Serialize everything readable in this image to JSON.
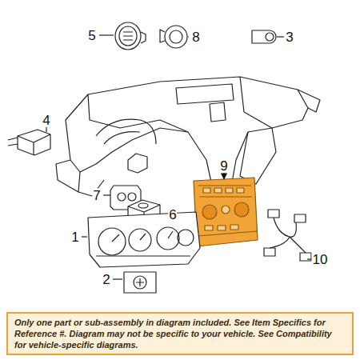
{
  "diagram": {
    "nodes": [
      {
        "text": [
          "Only one part or sub-assembly in diagram included. See Item Specifics for Reference #. Diagram may not be specific to your vehicle. See Compatibility for vehicle-specific diagrams."
        ]
      }
    ],
    "labels": [
      "5",
      "8",
      "3",
      "4",
      "7",
      "6",
      "9",
      "1",
      "2",
      "10"
    ]
  }
}
